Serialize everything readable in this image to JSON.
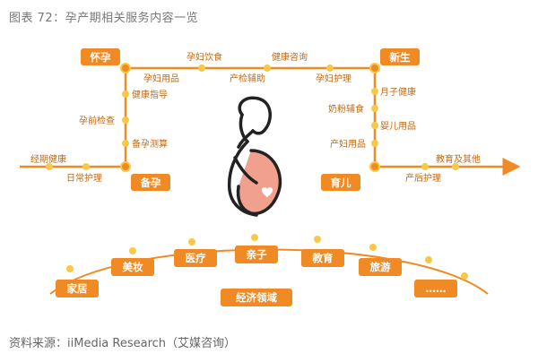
{
  "figure": {
    "title": "图表 72：孕产期相关服务内容一览",
    "source": "资料来源：iiMedia Research（艾媒咨询）"
  },
  "stages": {
    "pregnancy": "怀孕",
    "newborn": "新生",
    "preparation": "备孕",
    "parenting": "育儿"
  },
  "services": {
    "top_upper": [
      "孕妇饮食",
      "健康咨询"
    ],
    "top_lower": [
      "孕妇用品",
      "产检辅助",
      "孕妇护理"
    ],
    "left_column": [
      "健康指导",
      "孕前检查",
      "备孕测算"
    ],
    "right_column": [
      "月子健康",
      "奶粉辅食",
      "婴儿用品",
      "产妇用品"
    ],
    "bottom_left": [
      "经期健康",
      "日常护理"
    ],
    "bottom_right": [
      "教育及其他",
      "产后护理"
    ]
  },
  "economy": {
    "label": "经济领域",
    "categories": [
      "家居",
      "美妆",
      "医疗",
      "亲子",
      "教育",
      "旅游",
      "……"
    ]
  },
  "colors": {
    "accent": "#f08a24",
    "node_yellow": "#f7c948",
    "label_text": "#c06a16",
    "figure_fill": "#f2a08e",
    "outline": "#222222"
  }
}
